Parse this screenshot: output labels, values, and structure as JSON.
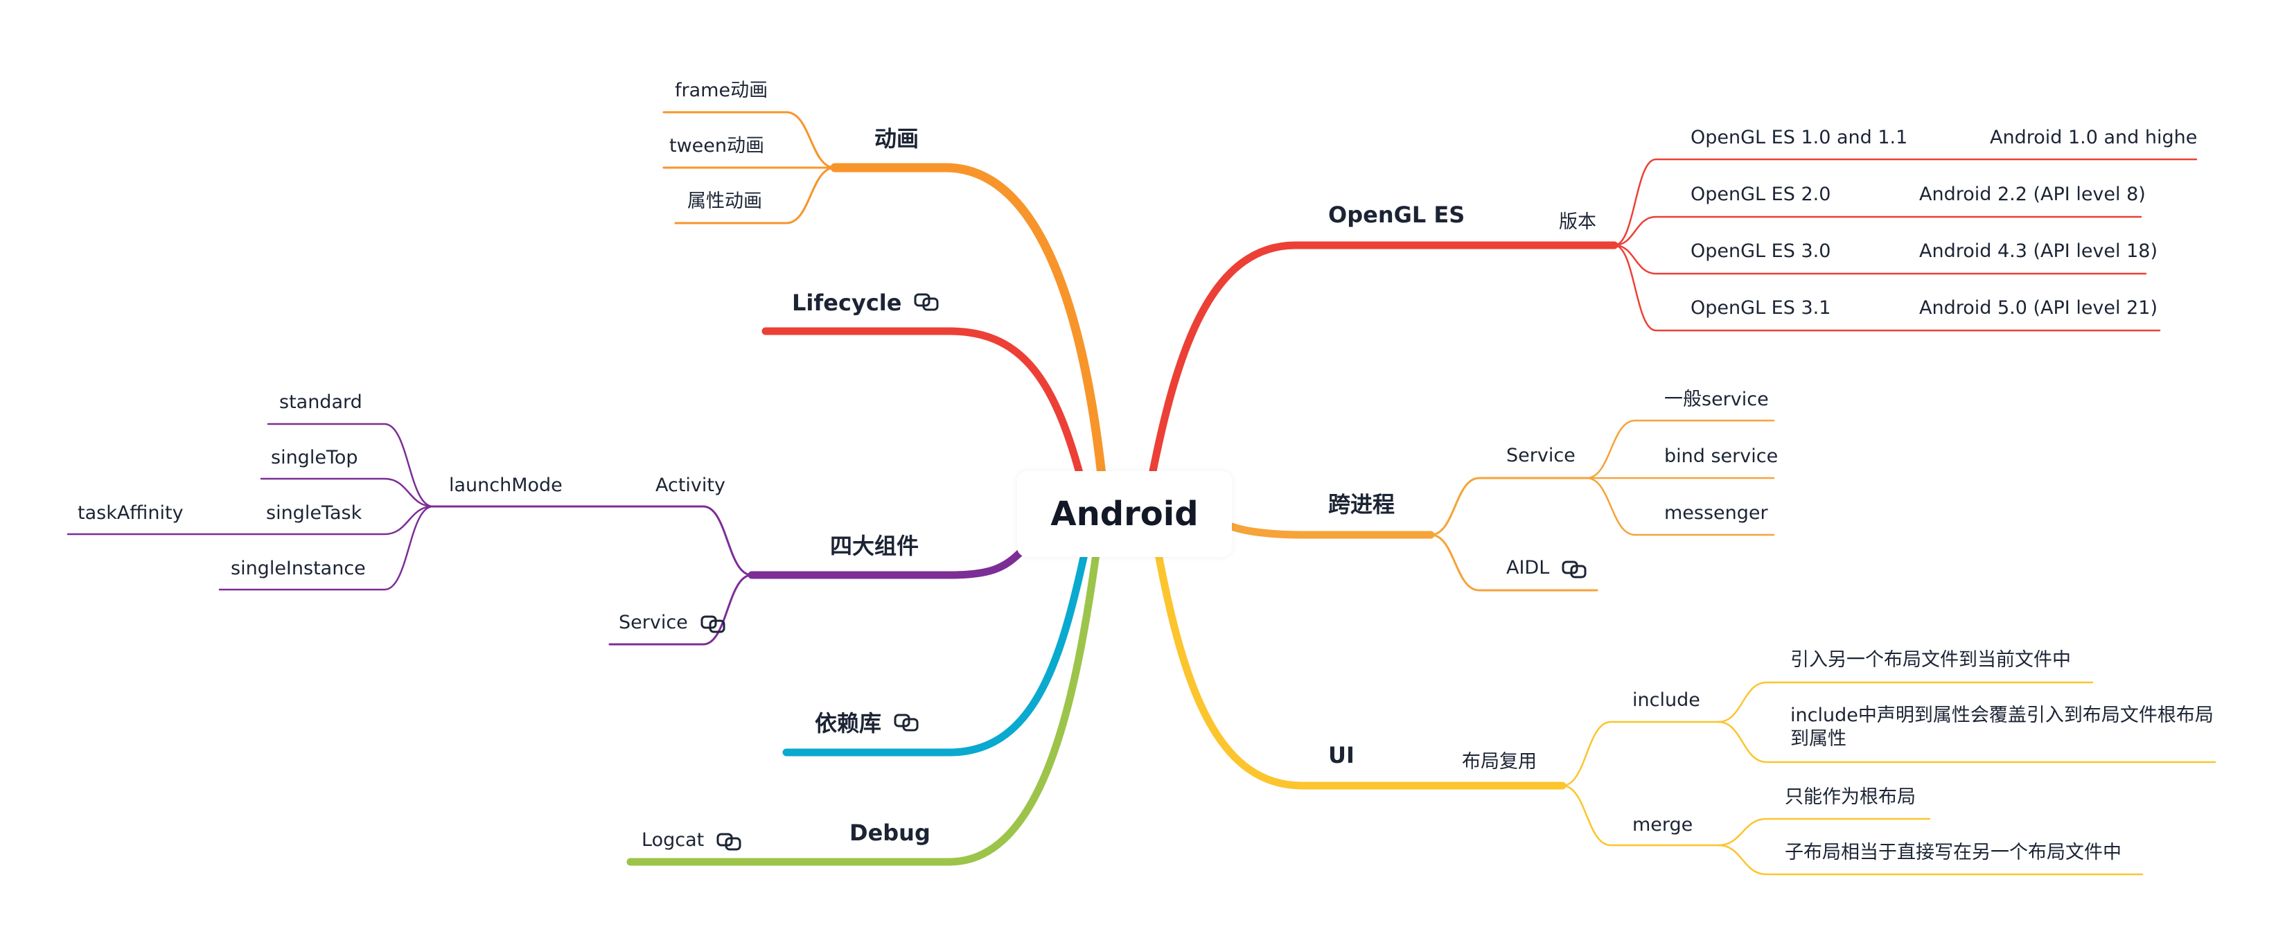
{
  "colors": {
    "orange": "#f7952b",
    "red": "#ec4036",
    "purple": "#7c2d96",
    "blue": "#0aa9cf",
    "green": "#9cc44a",
    "orange_light": "#f6a33a",
    "yellow": "#fcc52e"
  },
  "root": {
    "label": "Android"
  },
  "left": {
    "animation": {
      "label": "动画",
      "children": [
        "frame动画",
        "tween动画",
        "属性动画"
      ]
    },
    "lifecycle": {
      "label": "Lifecycle",
      "icon": "link-icon"
    },
    "components": {
      "label": "四大组件",
      "activity": "Activity",
      "launchmode": "launchMode",
      "modes": [
        "standard",
        "singleTop",
        "singleTask",
        "singleInstance"
      ],
      "task_affinity": "taskAffinity",
      "service": "Service"
    },
    "deps": {
      "label": "依赖库",
      "icon": "link-icon"
    },
    "debug": {
      "label": "Debug",
      "logcat": "Logcat"
    }
  },
  "right": {
    "opengl": {
      "label": "OpenGL ES",
      "version": "版本",
      "rows": [
        {
          "es": "OpenGL ES 1.0 and 1.1",
          "android": "Android 1.0 and highe"
        },
        {
          "es": "OpenGL ES 2.0",
          "android": "Android 2.2 (API level 8)"
        },
        {
          "es": "OpenGL ES 3.0",
          "android": "Android 4.3 (API level 18)"
        },
        {
          "es": "OpenGL ES 3.1",
          "android": "Android 5.0 (API level 21)"
        }
      ]
    },
    "ipc": {
      "label": "跨进程",
      "service": "Service",
      "service_children": [
        "一般service",
        "bind service",
        "messenger"
      ],
      "aidl": "AIDL"
    },
    "ui": {
      "label": "UI",
      "reuse": "布局复用",
      "include": "include",
      "include_children": [
        "引入另一个布局文件到当前文件中",
        "include中声明到属性会覆盖引入到布局文件根布局到属性"
      ],
      "merge": "merge",
      "merge_children": [
        "只能作为根布局",
        "子布局相当于直接写在另一个布局文件中"
      ]
    }
  }
}
